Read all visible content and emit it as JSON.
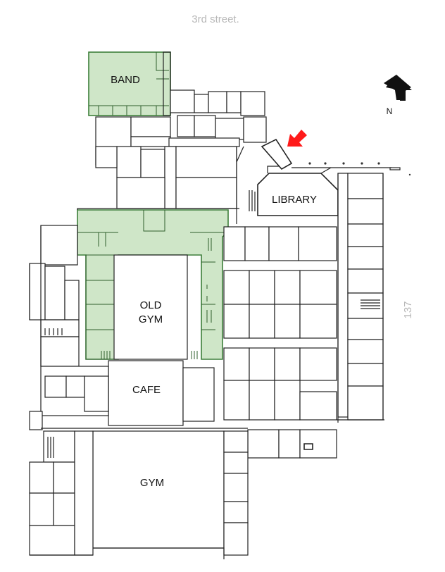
{
  "streets": {
    "top": "3rd street.",
    "right": "137"
  },
  "compass": {
    "label": "N",
    "icon": "north-arrow-icon"
  },
  "entrance_marker": {
    "icon": "entrance-arrow-icon",
    "color": "#ff1a1a"
  },
  "rooms": {
    "band": "BAND",
    "library": "LIBRARY",
    "old_gym_line1": "OLD",
    "old_gym_line2": "GYM",
    "cafe": "CAFE",
    "gym": "GYM"
  },
  "colors": {
    "highlight_fill": "#cfe6c8",
    "highlight_stroke": "#3d7f3a",
    "walls": "#222222",
    "street_text": "#b8b8b8"
  }
}
